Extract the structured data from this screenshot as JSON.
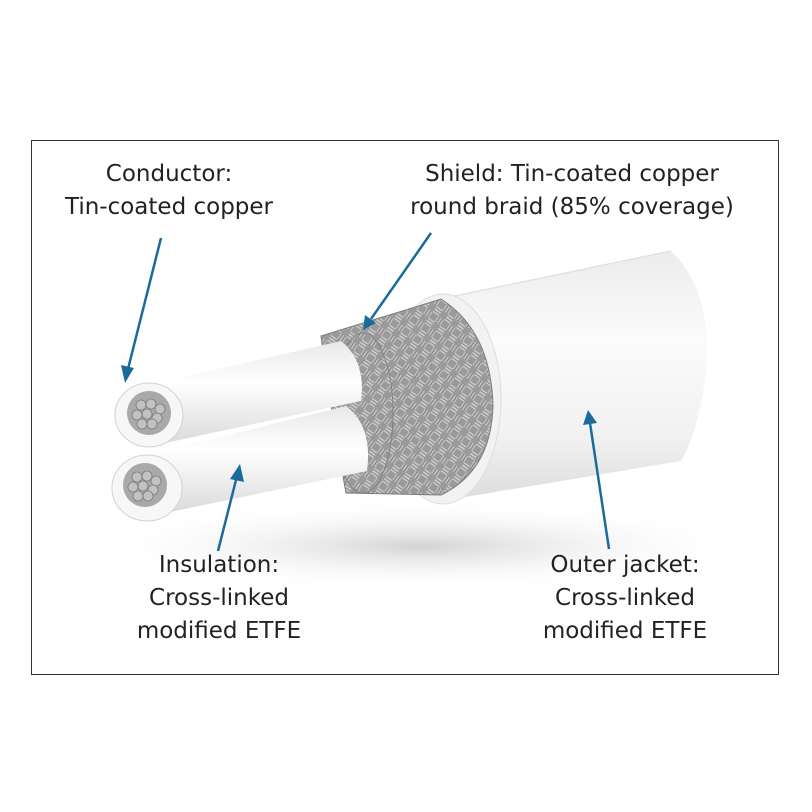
{
  "labels": {
    "conductor": {
      "line1": "Conductor:",
      "line2": "Tin-coated copper"
    },
    "shield": {
      "line1": "Shield: Tin-coated copper",
      "line2": "round braid (85% coverage)"
    },
    "insulation": {
      "line1": "Insulation:",
      "line2": "Cross-linked",
      "line3": "modified ETFE"
    },
    "outer_jacket": {
      "line1": "Outer jacket:",
      "line2": "Cross-linked",
      "line3": "modified ETFE"
    }
  },
  "colors": {
    "arrow": "#1b6a9c",
    "text": "#222222",
    "frame": "#333333",
    "braid": "#8e8e8e",
    "jacket": "#f4f4f4"
  }
}
